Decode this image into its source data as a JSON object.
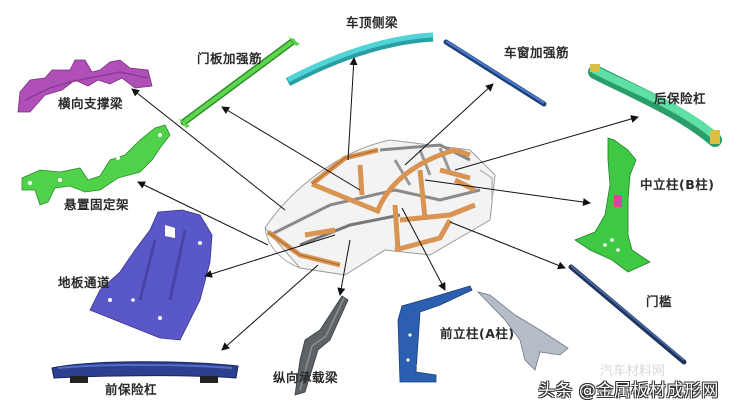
{
  "diagram": {
    "subject": "car-body-in-white",
    "center_label": "",
    "parts": [
      {
        "id": "roof-side-rail",
        "label": "车顶侧梁",
        "color": "#3cc4c8"
      },
      {
        "id": "door-panel-reinforcement",
        "label": "门板加强筋",
        "color": "#3fbf3a"
      },
      {
        "id": "window-reinforcement",
        "label": "车窗加强筋",
        "color": "#2f5fa8"
      },
      {
        "id": "cross-support-beam",
        "label": "横向支撑梁",
        "color": "#b04fb8"
      },
      {
        "id": "rear-bumper",
        "label": "后保险杠",
        "color": "#3ec98a"
      },
      {
        "id": "suspension-mount",
        "label": "悬置固定架",
        "color": "#3cc43c"
      },
      {
        "id": "b-pillar",
        "label": "中立柱(B柱)",
        "color": "#2fb84a"
      },
      {
        "id": "floor-tunnel",
        "label": "地板通道",
        "color": "#5a58c8"
      },
      {
        "id": "sill",
        "label": "门槛",
        "color": "#2a4a7a"
      },
      {
        "id": "front-bumper",
        "label": "前保险杠",
        "color": "#2d3f8f"
      },
      {
        "id": "longitudinal-beam",
        "label": "纵向承载梁",
        "color": "#555a5e"
      },
      {
        "id": "a-pillar",
        "label": "前立柱(A柱)",
        "color": "#2c5fb0"
      }
    ],
    "frame_color": "#e0a060",
    "arrow_color": "#111111"
  },
  "watermark": {
    "text": "头条 @金属板材成形网",
    "subtext": "汽车材料网"
  }
}
